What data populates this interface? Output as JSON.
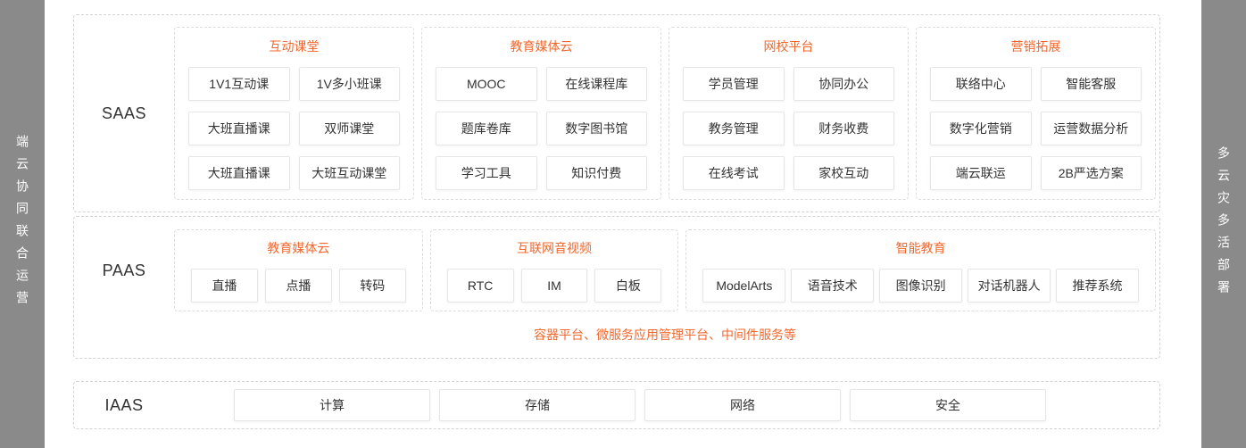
{
  "colors": {
    "accent": "#f0682e",
    "banner_bg": "#8a8a8a"
  },
  "banners": {
    "left": "端云协同联合运营",
    "right": "多云灾多活部署"
  },
  "saas": {
    "label": "SAAS",
    "groups": [
      {
        "title": "互动课堂",
        "items": [
          "1V1互动课",
          "1V多小班课",
          "大班直播课",
          "双师课堂",
          "大班直播课",
          "大班互动课堂"
        ]
      },
      {
        "title": "教育媒体云",
        "items": [
          "MOOC",
          "在线课程库",
          "题库卷库",
          "数字图书馆",
          "学习工具",
          "知识付费"
        ]
      },
      {
        "title": "网校平台",
        "items": [
          "学员管理",
          "协同办公",
          "教务管理",
          "财务收费",
          "在线考试",
          "家校互动"
        ]
      },
      {
        "title": "营销拓展",
        "items": [
          "联络中心",
          "智能客服",
          "数字化营销",
          "运营数据分析",
          "端云联运",
          "2B严选方案"
        ]
      }
    ]
  },
  "paas": {
    "label": "PAAS",
    "groups": [
      {
        "title": "教育媒体云",
        "items": [
          "直播",
          "点播",
          "转码"
        ]
      },
      {
        "title": "互联网音视频",
        "items": [
          "RTC",
          "IM",
          "白板"
        ]
      },
      {
        "title": "智能教育",
        "items": [
          "ModelArts",
          "语音技术",
          "图像识别",
          "对话机器人",
          "推荐系统"
        ]
      }
    ],
    "footnote": "容器平台、微服务应用管理平台、中间件服务等"
  },
  "iaas": {
    "label": "IAAS",
    "items": [
      "计算",
      "存储",
      "网络",
      "安全"
    ]
  }
}
